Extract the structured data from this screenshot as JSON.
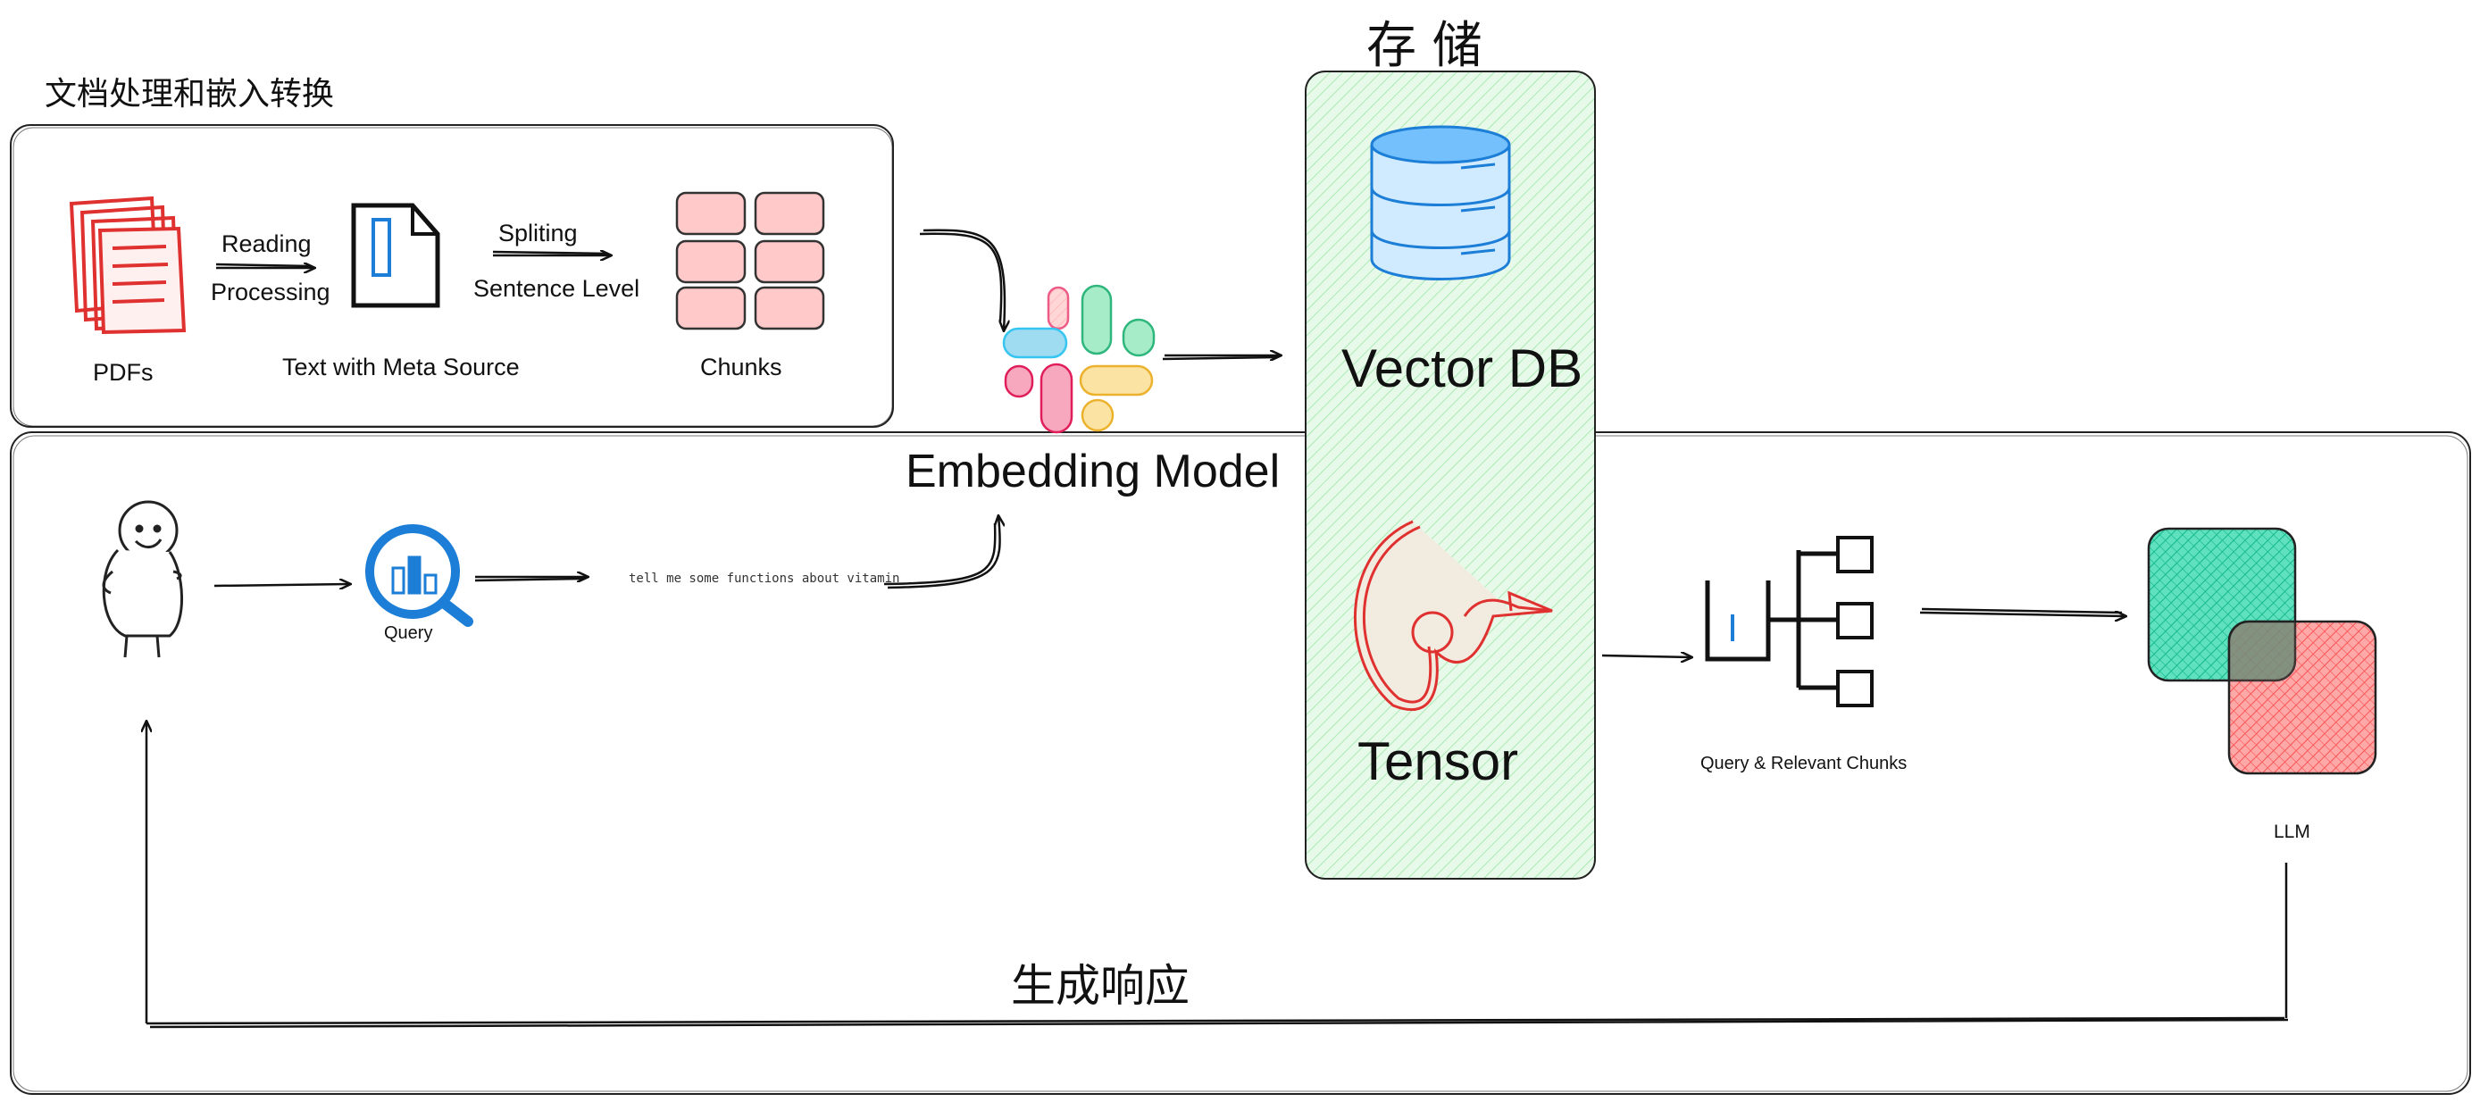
{
  "sections": {
    "doc_processing_title": "文档处理和嵌入转换",
    "storage_title": "存 储",
    "response_title": "生成响应"
  },
  "pipeline": {
    "pdfs_label": "PDFs",
    "reading_label": "Reading",
    "processing_label": "Processing",
    "text_meta_label": "Text with Meta Source",
    "spliting_label": "Spliting",
    "sentence_level_label": "Sentence Level",
    "chunks_label": "Chunks"
  },
  "embedding": {
    "label": "Embedding Model"
  },
  "storage": {
    "vector_db_label": "Vector DB",
    "tensor_label": "Tensor"
  },
  "query_flow": {
    "query_label": "Query",
    "query_text": "tell me some functions about vitamin",
    "relevant_chunks_label": "Query & Relevant Chunks",
    "llm_label": "LLM"
  },
  "colors": {
    "pdf_red": "#e03131",
    "chunk_fill": "#ffc9c9",
    "storage_green": "#b2f2bb",
    "db_blue": "#4dabf7",
    "query_blue": "#1c7ed6",
    "llm_teal": "#20c997",
    "llm_red": "#ff8787"
  }
}
